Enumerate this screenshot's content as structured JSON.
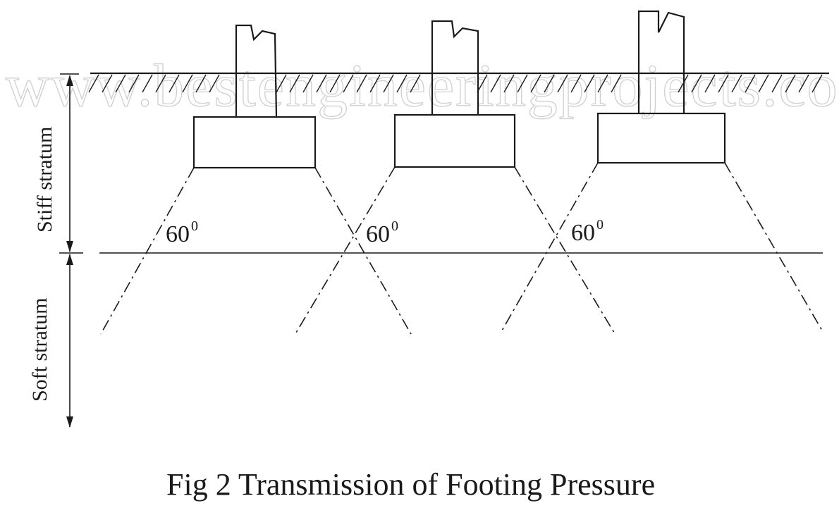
{
  "watermark": "www.bestengineeringprojects.com",
  "layers": {
    "stiff_label": "Stiff stratum",
    "soft_label": "Soft stratum"
  },
  "angles": [
    {
      "value": "60",
      "sup": "0"
    },
    {
      "value": "60",
      "sup": "0"
    },
    {
      "value": "60",
      "sup": "0"
    }
  ],
  "caption": "Fig 2 Transmission of Footing Pressure",
  "colors": {
    "ink": "#1a1a1a",
    "watermark": "#cfcfcf",
    "background": "#ffffff"
  }
}
